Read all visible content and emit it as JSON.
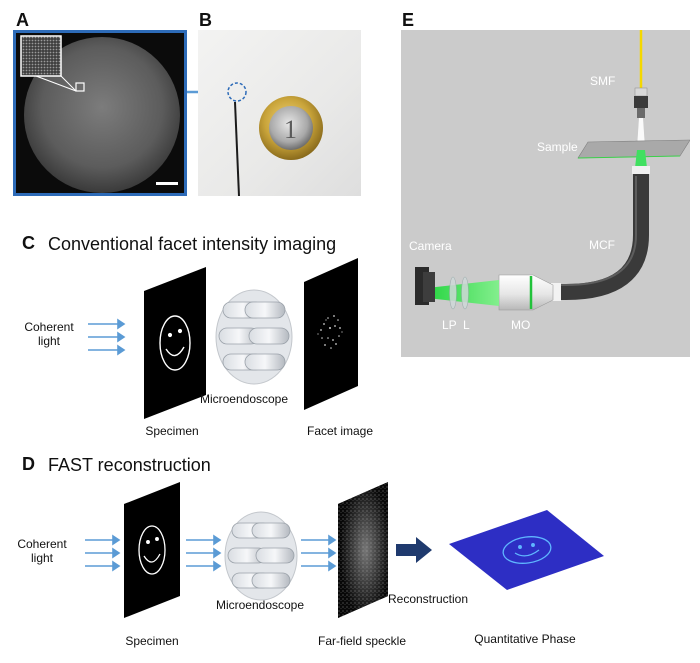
{
  "panels": {
    "a": {
      "letter": "A"
    },
    "b": {
      "letter": "B"
    },
    "c": {
      "letter": "C",
      "title": "Conventional facet intensity imaging",
      "input_label_line1": "Coherent",
      "input_label_line2": "light",
      "specimen_label": "Specimen",
      "endoscope_label": "Microendoscope",
      "output_label": "Facet image"
    },
    "d": {
      "letter": "D",
      "title": "FAST reconstruction",
      "input_label_line1": "Coherent",
      "input_label_line2": "light",
      "specimen_label": "Specimen",
      "endoscope_label": "Microendoscope",
      "speckle_label": "Far-field speckle",
      "reconstruction_label": "Reconstruction",
      "phase_label": "Quantitative Phase"
    },
    "e": {
      "letter": "E",
      "labels": {
        "smf": "SMF",
        "sample": "Sample",
        "camera": "Camera",
        "mcf": "MCF",
        "lp": "LP",
        "l": "L",
        "mo": "MO"
      }
    }
  },
  "colors": {
    "arrow_blue": "#5b9bd5",
    "frame_blue": "#2d6bb8",
    "big_arrow": "#1f3a6e",
    "phase_plane": "#2d2ec4",
    "laser_green": "#22dd33",
    "fiber_yellow": "#f4d800",
    "panel_e_bg": "#cbcbcb"
  }
}
